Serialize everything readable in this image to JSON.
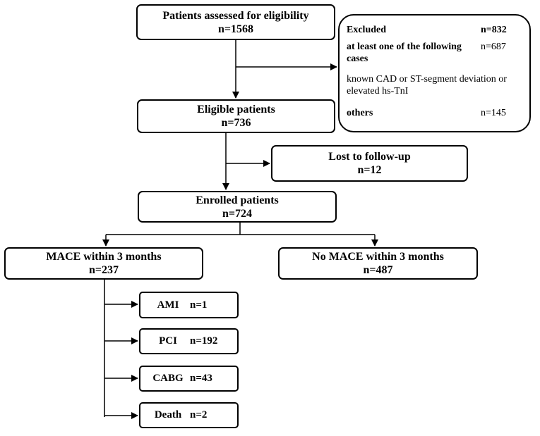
{
  "flowchart": {
    "assessed": {
      "title": "Patients assessed for eligibility",
      "count": "n=1568"
    },
    "excluded": {
      "title": "Excluded",
      "title_count": "n=832",
      "items": [
        {
          "label": "at least one of the following cases",
          "count": "n=687"
        },
        {
          "label": "known CAD or ST-segment deviation or elevated hs-TnI",
          "count": ""
        },
        {
          "label": "others",
          "count": "n=145"
        }
      ]
    },
    "eligible": {
      "title": "Eligible patients",
      "count": "n=736"
    },
    "lost": {
      "title": "Lost to follow-up",
      "count": "n=12"
    },
    "enrolled": {
      "title": "Enrolled patients",
      "count": "n=724"
    },
    "mace": {
      "title": "MACE within 3 months",
      "count": "n=237"
    },
    "no_mace": {
      "title": "No MACE within 3 months",
      "count": "n=487"
    },
    "outcomes": [
      {
        "label": "AMI",
        "count": "n=1"
      },
      {
        "label": "PCI",
        "count": "n=192"
      },
      {
        "label": "CABG",
        "count": "n=43"
      },
      {
        "label": "Death",
        "count": "n=2"
      }
    ]
  }
}
